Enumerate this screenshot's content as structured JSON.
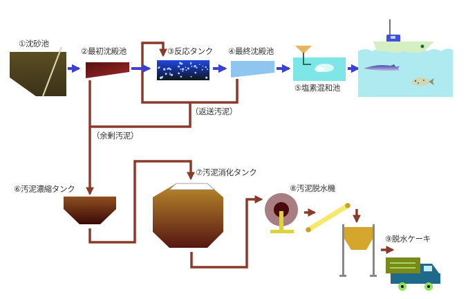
{
  "title": "下水処理工程フロー図",
  "stages": [
    {
      "id": 1,
      "label": "①沈砂池"
    },
    {
      "id": 2,
      "label": "②最初沈殿池"
    },
    {
      "id": 3,
      "label": "③反応タンク"
    },
    {
      "id": 4,
      "label": "④最終沈殿池"
    },
    {
      "id": 5,
      "label": "⑤塩素混和池"
    },
    {
      "id": 6,
      "label": "⑥汚泥濃縮タンク"
    },
    {
      "id": 7,
      "label": "⑦汚泥消化タンク"
    },
    {
      "id": 8,
      "label": "⑧汚泥脱水機"
    },
    {
      "id": 9,
      "label": "⑨脱水ケーキ"
    }
  ],
  "flow_labels": {
    "return_sludge": "（返送汚泥）",
    "excess_sludge": "（余剰汚泥）"
  },
  "colors": {
    "water_arrow": "#3d3fcf",
    "sludge_pipe": "#8b3a2a",
    "grit_tank": "#4a3f1f",
    "primary_tank": "#7a1f1f",
    "reaction_top": "#1e3fd0",
    "reaction_bottom": "#101a12",
    "final_tank": "#8fc6ef",
    "chlorine_tank": "#7ee6e6",
    "sea": "#aeeaf0",
    "boat_cabin": "#3f52d6",
    "boat_hull": "#d8efc0",
    "thickener_top": "#8a4a1a",
    "thickener_bottom": "#3a0a0a",
    "digester_top": "#b88a2a",
    "digester_bottom": "#5a1a14",
    "dewater_drum": "#a87e82",
    "conveyor": "#f5e86a",
    "hopper": "#d4a62e",
    "truck_body": "#1f6a8a",
    "truck_cargo": "#7a8a1a",
    "truck_wheel": "#8fe05a"
  }
}
